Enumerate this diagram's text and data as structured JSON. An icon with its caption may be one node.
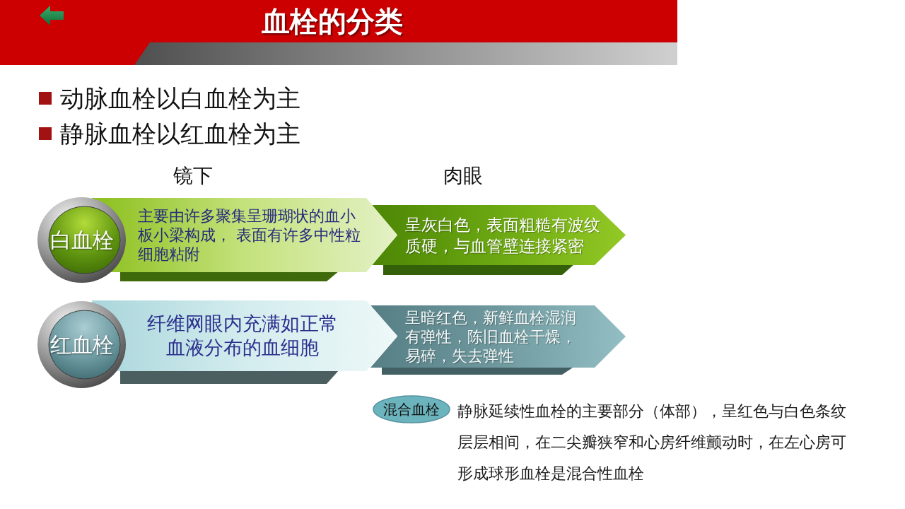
{
  "diagram": {
    "title": "血栓的分类",
    "nodes": [
      {
        "text": [
          "白血栓"
        ]
      },
      {
        "text": [
          "主要由许多聚集呈珊瑚状的血小板小梁构成， 表面有许多中性粒细胞粘附"
        ]
      },
      {
        "text": [
          "呈灰白色，表面粗糙有波纹质硬，与血管壁连接紧密"
        ]
      },
      {
        "text": [
          "红血栓"
        ]
      },
      {
        "text": [
          "纤维网眼内充满如正常血液分布的血细胞"
        ]
      },
      {
        "text": [
          "呈暗红色，新鲜血栓湿润有弹性，陈旧血栓干燥，易碎，失去弹性"
        ]
      },
      {
        "text": [
          "混合血栓"
        ],
        "beside": [
          "静脉延续性血栓的主要部分（体部），呈红色与白色条纹层层相间，在二尖瓣狭窄和心房纤维颤动时，在左心房可形成球形血栓是混合性血栓"
        ]
      }
    ],
    "labels": [
      "动脉血栓以白血栓为主",
      "静脉血栓以红血栓为主",
      "镜下",
      "肉眼"
    ]
  }
}
